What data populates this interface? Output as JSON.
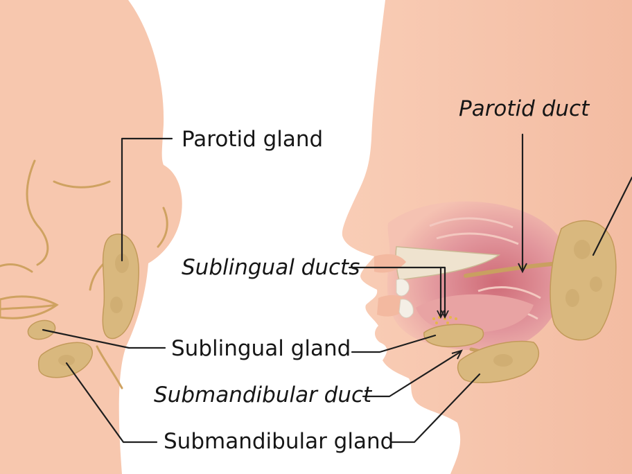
{
  "labels": {
    "parotid_gland": "Parotid gland",
    "parotid_duct": "Parotid duct",
    "sublingual_ducts": "Sublingual ducts",
    "sublingual_gland": "Sublingual gland",
    "submandibular_duct": "Submandibular duct",
    "submandibular_gland": "Submandibular gland"
  },
  "colors": {
    "skin": "#f7c7ae",
    "gland": "#d9b87e",
    "oral_cavity": "#e08f95",
    "background": "#ffffff"
  }
}
